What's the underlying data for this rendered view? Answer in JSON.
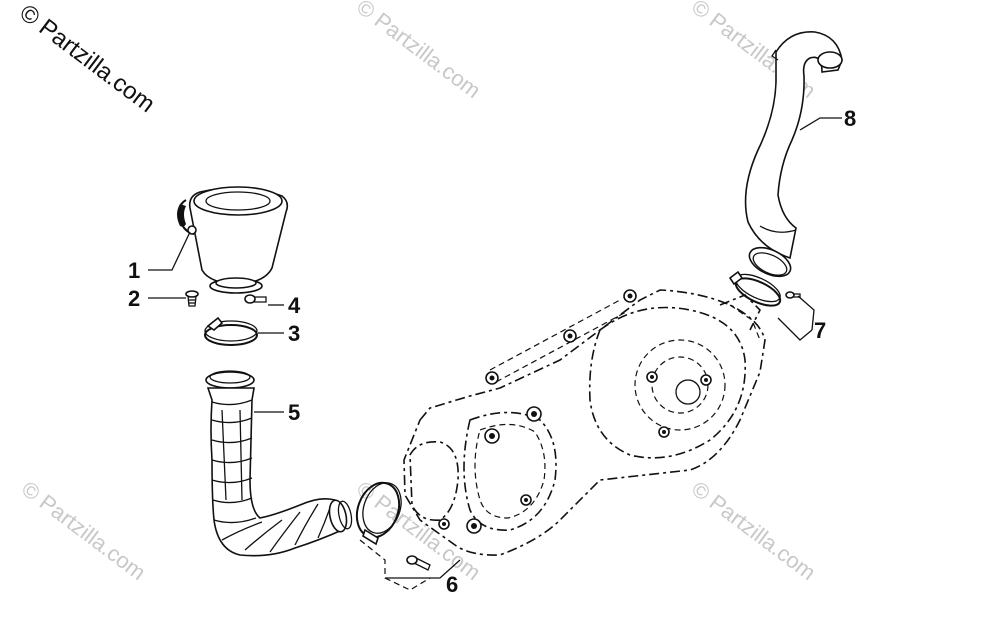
{
  "watermark": {
    "main": "© Partzilla.com",
    "repeat": "© Partzilla.com"
  },
  "callouts": {
    "c1": "1",
    "c2": "2",
    "c3": "3",
    "c4": "4",
    "c5": "5",
    "c6": "6",
    "c7": "7",
    "c8": "8"
  }
}
